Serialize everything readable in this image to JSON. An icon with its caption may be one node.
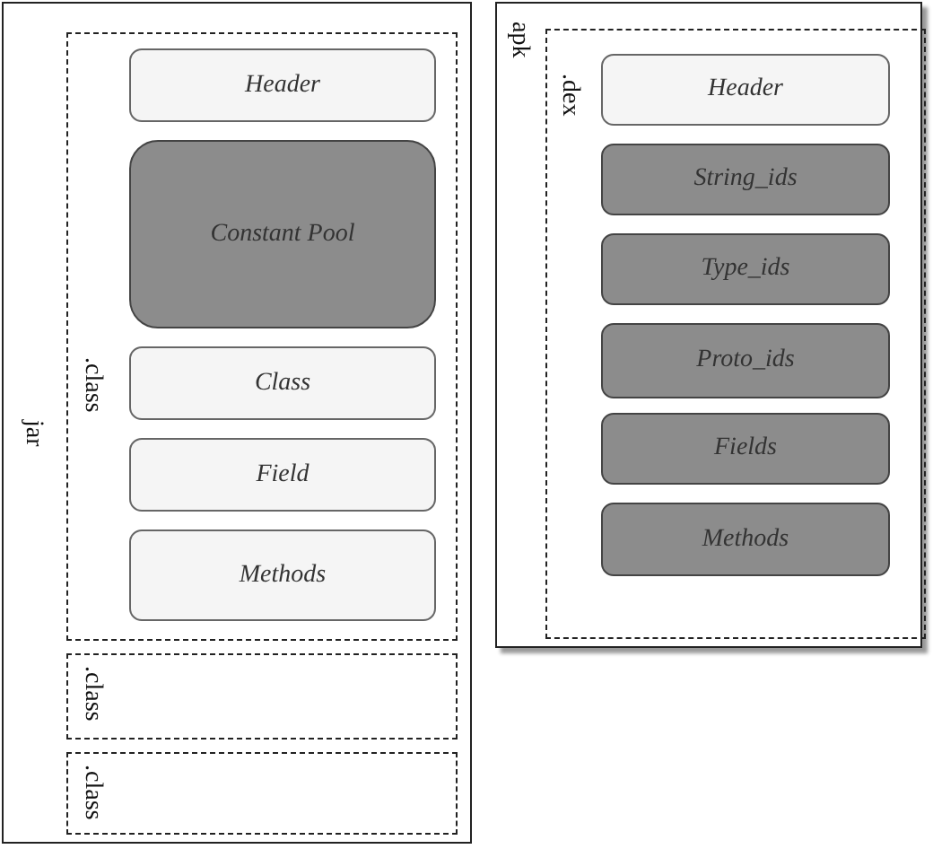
{
  "diagram": {
    "nodes": [
      {
        "text": [
          "jar"
        ]
      },
      {
        "text": [
          ".class"
        ],
        "in": 0
      },
      {
        "text": [
          "Header"
        ],
        "in": 1
      },
      {
        "text": [
          "Constant Pool"
        ],
        "in": 1
      },
      {
        "text": [
          "Class"
        ],
        "in": 1
      },
      {
        "text": [
          "Field"
        ],
        "in": 1
      },
      {
        "text": [
          "Methods"
        ],
        "in": 1
      },
      {
        "text": [
          ".class"
        ],
        "in": 0
      },
      {
        "text": [
          ".class"
        ],
        "in": 0
      },
      {
        "text": [
          "apk"
        ]
      },
      {
        "text": [
          ".dex"
        ],
        "in": 9
      },
      {
        "text": [
          "Header"
        ],
        "in": 10
      },
      {
        "text": [
          "String_ids"
        ],
        "in": 10
      },
      {
        "text": [
          "Type_ids"
        ],
        "in": 10
      },
      {
        "text": [
          "Proto_ids"
        ],
        "in": 10
      },
      {
        "text": [
          "Fields"
        ],
        "in": 10
      },
      {
        "text": [
          "Methods"
        ],
        "in": 10
      }
    ]
  }
}
